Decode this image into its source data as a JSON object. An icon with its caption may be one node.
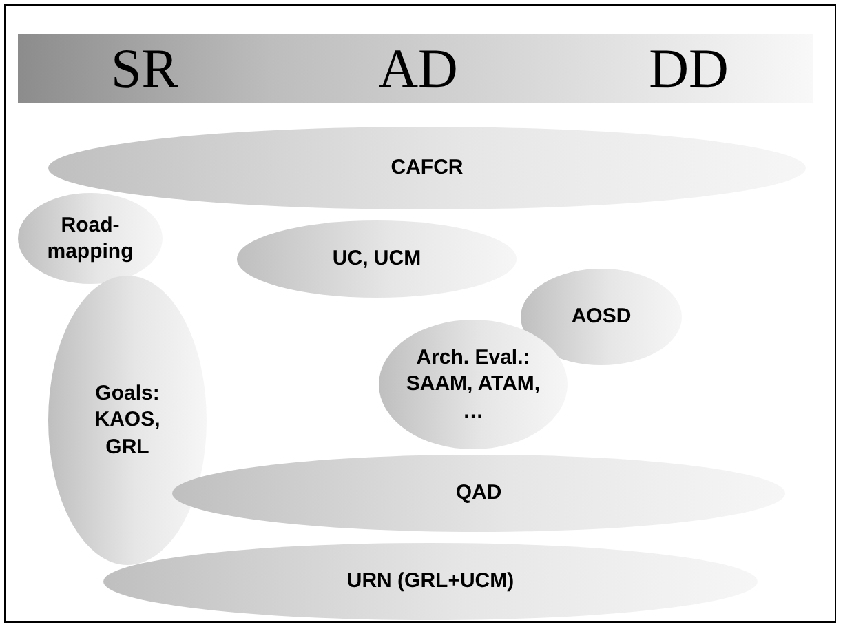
{
  "diagram": {
    "nodes": [
      {
        "text": [
          "SR"
        ]
      },
      {
        "text": [
          "AD"
        ]
      },
      {
        "text": [
          "DD"
        ]
      },
      {
        "text": [
          "CAFCR"
        ]
      },
      {
        "text": [
          "Road-mapping"
        ]
      },
      {
        "text": [
          "UC, UCM"
        ]
      },
      {
        "text": [
          "AOSD"
        ]
      },
      {
        "text": [
          "Goals: KAOS, GRL"
        ]
      },
      {
        "text": [
          "Arch. Eval.: SAAM, ATAM, …"
        ]
      },
      {
        "text": [
          "QAD"
        ]
      },
      {
        "text": [
          "URN (GRL+UCM)"
        ]
      }
    ]
  }
}
